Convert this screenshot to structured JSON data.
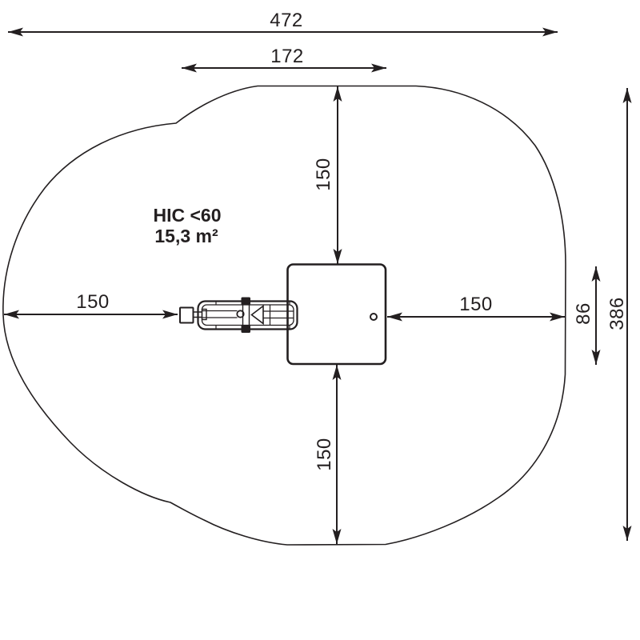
{
  "diagram": {
    "title": "playground-equipment-safety-zone-top-view",
    "annotation": {
      "hic": "HIC <60",
      "area": "15,3 m²"
    },
    "dimensions": {
      "total_width": "472",
      "equipment_width": "172",
      "top_clearance": "150",
      "left_clearance": "150",
      "right_clearance": "150",
      "bottom_clearance": "150",
      "platform_offset": "86",
      "total_height": "386"
    },
    "colors": {
      "line": "#231f20",
      "background": "#ffffff"
    }
  }
}
